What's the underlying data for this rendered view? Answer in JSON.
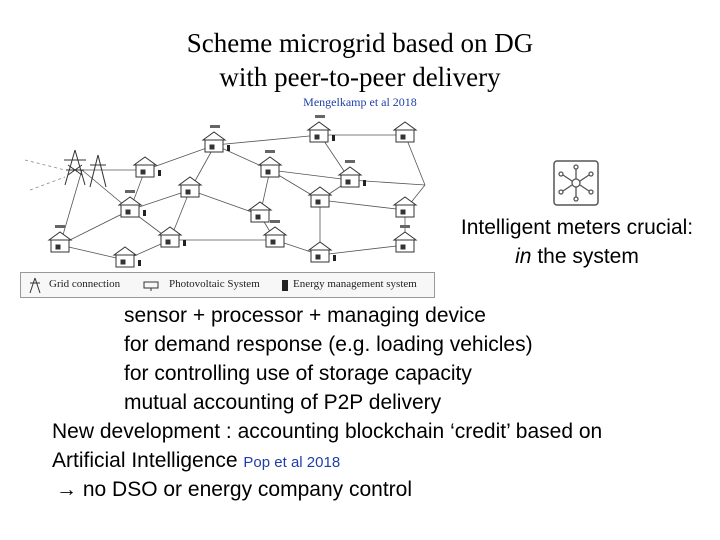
{
  "title": {
    "line1": "Scheme microgrid based on DG",
    "line2": "with peer-to-peer delivery",
    "citation": "Mengelkamp et al 2018"
  },
  "legend": {
    "grid": "Grid connection",
    "pv": "Photovoltaic System",
    "ems": "Energy management system"
  },
  "side": {
    "line1": "Intelligent meters crucial:",
    "line2_em": "in",
    "line2_rest": " the system"
  },
  "body": {
    "b1": "sensor + processor + managing device",
    "b2": "for demand response (e.g. loading vehicles)",
    "b3": "for controlling use of storage capacity",
    "b4": "mutual accounting of P2P delivery",
    "l5": "New development : accounting blockchain ‘credit’ based on",
    "l6": "Artificial Intelligence ",
    "l6_cite": "Pop et al 2018",
    "l7": "no DSO or energy company control"
  },
  "icons": {
    "arrow": "→",
    "meter": "network-node-icon"
  }
}
